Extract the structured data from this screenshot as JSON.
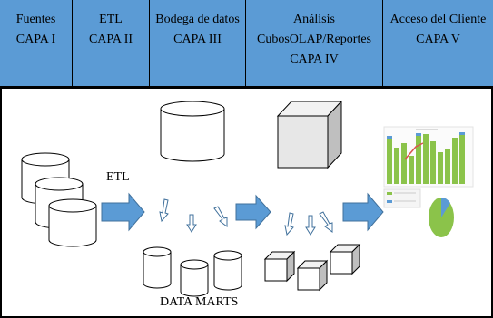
{
  "columns": [
    {
      "title": "Fuentes",
      "line2": "CAPA I",
      "line3": ""
    },
    {
      "title": "ETL",
      "line2": "CAPA II",
      "line3": ""
    },
    {
      "title": "Bodega de datos",
      "line2": "CAPA III",
      "line3": ""
    },
    {
      "title": "Análisis",
      "line2": "CubosOLAP/Reportes",
      "line3": "CAPA IV"
    },
    {
      "title": "Acceso del Cliente",
      "line2": "CAPA V",
      "line3": ""
    }
  ],
  "labels": {
    "etl": "ETL",
    "data_marts": "DATA MARTS"
  },
  "colors": {
    "header_bg": "#5b9bd5",
    "arrow_fill": "#5b9bd5",
    "chart_green": "#8bc34a",
    "border": "#000000"
  }
}
